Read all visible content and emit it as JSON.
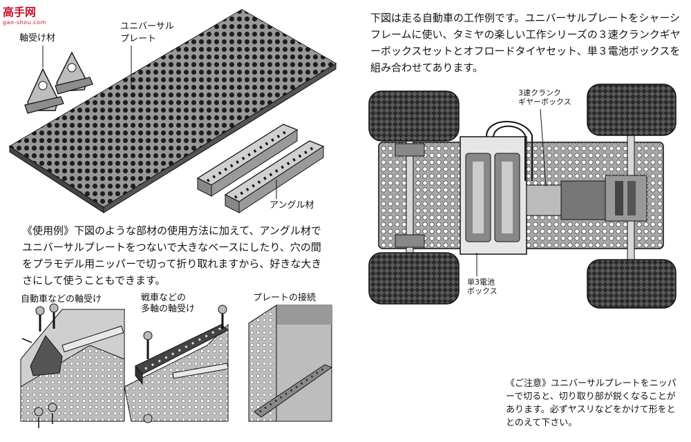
{
  "watermark": {
    "brand": "高手网",
    "url": "gao-shou.com"
  },
  "parts": {
    "bearing_label": "軸受け材",
    "plate_label": "ユニバーサル\nプレート",
    "angle_label": "アングル材"
  },
  "usage_text": "《使用例》下図のような部材の使用方法に加えて、アングル材でユニバーサルプレートをつないで大きなベースにしたり、穴の間をプラモデル用ニッパーで切って折り取れますから、好きな大きさにして使うこともできます。",
  "examples": {
    "car_bearing": "自動車などの軸受け",
    "tank_bearing": "戦車などの\n多軸の軸受け",
    "plate_join": "プレートの接続"
  },
  "intro_text": "下図は走る自動車の工作例です。ユニバーサルプレートをシャーシフレームに使い、タミヤの楽しい工作シリーズの３速クランクギヤーボックスセットとオフロードタイヤセット、単３電池ボックスを組み合わせてあります。",
  "car": {
    "gearbox_label": "3速クランク\nギヤーボックス",
    "battery_label": "単3電池\nボックス"
  },
  "caution_text": "《ご注意》ユニバーサルプレートをニッパーで切ると、切り取り部が鋭くなることがあります。必ずヤスリなどをかけて形をととのえて下さい。"
}
